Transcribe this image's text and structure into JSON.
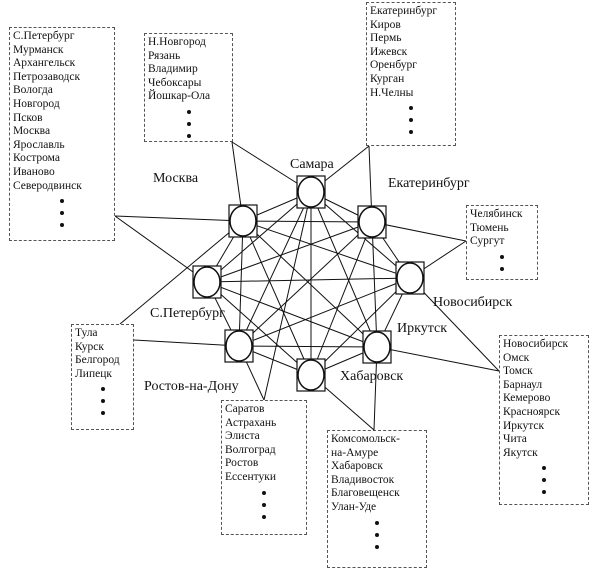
{
  "nodes": [
    {
      "id": "samara",
      "label": "Самара"
    },
    {
      "id": "ekaterinburg",
      "label": "Екатеринбург"
    },
    {
      "id": "novosibirsk",
      "label": "Новосибирск"
    },
    {
      "id": "irkutsk",
      "label": "Иркутск"
    },
    {
      "id": "khabarovsk",
      "label": "Хабаровск"
    },
    {
      "id": "rostov",
      "label": "Ростов-на-Дону"
    },
    {
      "id": "spb",
      "label": "С.Петербург"
    },
    {
      "id": "moskva",
      "label": "Москва"
    }
  ],
  "lists": {
    "spb_region": {
      "items": [
        "С.Петербург",
        "Мурманск",
        "Архангельск",
        "Петрозаводск",
        "Вологда",
        "Новгород",
        "Псков",
        "Москва",
        "Ярославль",
        "Кострома",
        "Иваново",
        "Северодвинск"
      ],
      "dots": 3
    },
    "volga": {
      "items": [
        "Н.Новгород",
        "Рязань",
        "Владимир",
        "Чебоксары",
        "Йошкар-Ола"
      ],
      "dots": 3
    },
    "ural": {
      "items": [
        "Екатеринбург",
        "Киров",
        "Пермь",
        "Ижевск",
        "Оренбург",
        "Курган",
        "Н.Челны"
      ],
      "dots": 3
    },
    "tyumen": {
      "items": [
        "Челябинск",
        "Тюмень",
        "Сургут"
      ],
      "dots": 2
    },
    "siberia": {
      "items": [
        "Новосибирск",
        "Омск",
        "Томск",
        "Барнаул",
        "Кемерово",
        "Красноярск",
        "Иркутск",
        "Чита",
        "Якутск"
      ],
      "dots": 3
    },
    "far_east": {
      "items": [
        "Комсомольск-",
        "на-Амуре",
        "Хабаровск",
        "Владивосток",
        "Благовещенск",
        "Улан-Уде"
      ],
      "dots": 3
    },
    "south": {
      "items": [
        "Саратов",
        "Астрахань",
        "Элиста",
        "Волгоград",
        "Ростов",
        "Ессентуки"
      ],
      "dots": 3
    },
    "center": {
      "items": [
        "Тула",
        "Курск",
        "Белгород",
        "Липецк"
      ],
      "dots": 3
    }
  },
  "colors": {
    "line": "#111111",
    "box_border": "#555555",
    "background": "#ffffff"
  }
}
